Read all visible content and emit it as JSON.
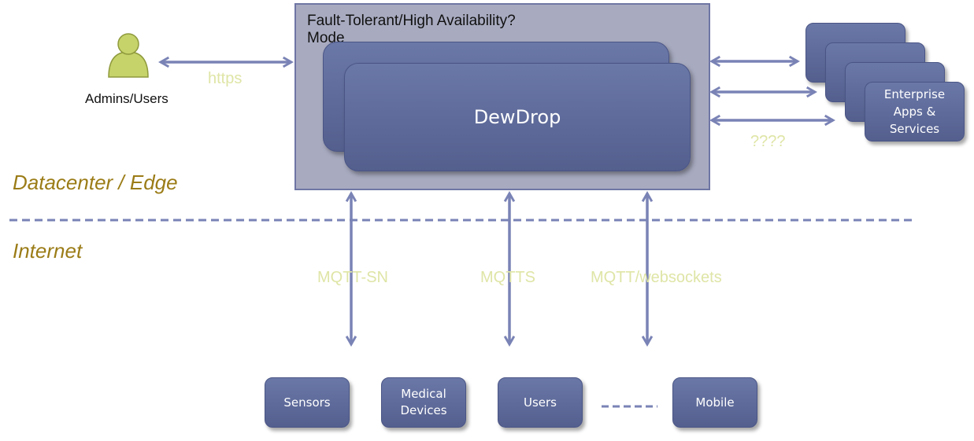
{
  "cluster": {
    "title_line1": "Fault-Tolerant/High Availability?",
    "title_line2": "Mode"
  },
  "core": {
    "label": "DewDrop"
  },
  "admins": {
    "label": "Admins/Users",
    "icon": "user-icon"
  },
  "protocols": {
    "https": "https",
    "enterprise": "????",
    "mqtt_sn": "MQTT-SN",
    "mqtts": "MQTTS",
    "mqtt_ws": "MQTT/websockets"
  },
  "enterprise": {
    "line1": "Enterprise",
    "line2": "Apps &",
    "line3": "Services"
  },
  "zones": {
    "datacenter": "Datacenter / Edge",
    "internet": "Internet"
  },
  "devices": {
    "sensors": "Sensors",
    "medical_line1": "Medical",
    "medical_line2": "Devices",
    "users": "Users",
    "mobile": "Mobile"
  },
  "colors": {
    "box_fill": "#5e6a9b",
    "arrow": "#7a83b5",
    "protocol_text": "#dfe5a6",
    "zone_text": "#9b7c17",
    "user_icon": "#c5d36a"
  }
}
